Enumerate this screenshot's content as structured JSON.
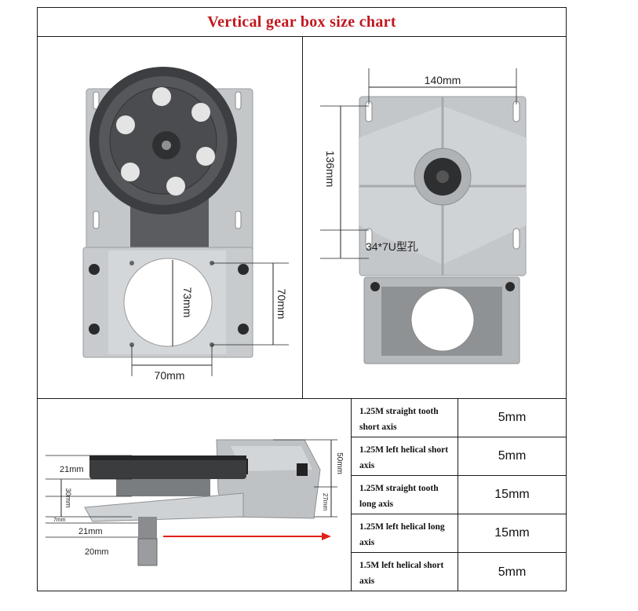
{
  "header": {
    "title": "Vertical gear box size chart"
  },
  "front_view": {
    "dim_inner_diameter": "73mm",
    "dim_hole_vertical": "70mm",
    "dim_hole_horizontal": "70mm"
  },
  "back_view": {
    "dim_width": "140mm",
    "dim_height": "136mm",
    "hole_label": "34*7U型孔"
  },
  "side_view": {
    "dim_pulley_height": "21mm",
    "dim_30": "30mm",
    "dim_7": "7mm",
    "dim_shaft_21": "21mm",
    "dim_shaft_20": "20mm",
    "dim_box_height": "50mm",
    "dim_base_height": "27mm"
  },
  "spec_table": {
    "rows": [
      {
        "name": "1.25M straight tooth short axis",
        "value": "5mm"
      },
      {
        "name": "1.25M left helical short axis",
        "value": "5mm"
      },
      {
        "name": "1.25M straight tooth long axis",
        "value": "15mm"
      },
      {
        "name": "1.25M left helical long axis",
        "value": "15mm"
      },
      {
        "name": "1.5M left helical short axis",
        "value": "5mm"
      }
    ]
  },
  "colors": {
    "title_red": "#c0181e",
    "arrow_red": "#e0201a",
    "metal": "#b9bcbf",
    "wheel": "#3c3e41"
  }
}
